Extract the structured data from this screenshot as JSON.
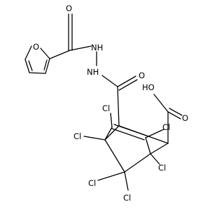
{
  "diagram": {
    "labels": {
      "furan_o": "O",
      "amide1_o": "O",
      "nh1": "NH",
      "nh2": "NH",
      "amide2_o": "O",
      "acid_oh": "HO",
      "acid_o": "O",
      "cl_top": "Cl",
      "cl_right": "Cl",
      "cl_left": "Cl",
      "cl_rb": "Cl",
      "cl_bl1": "Cl",
      "cl_bl2": "Cl"
    }
  }
}
